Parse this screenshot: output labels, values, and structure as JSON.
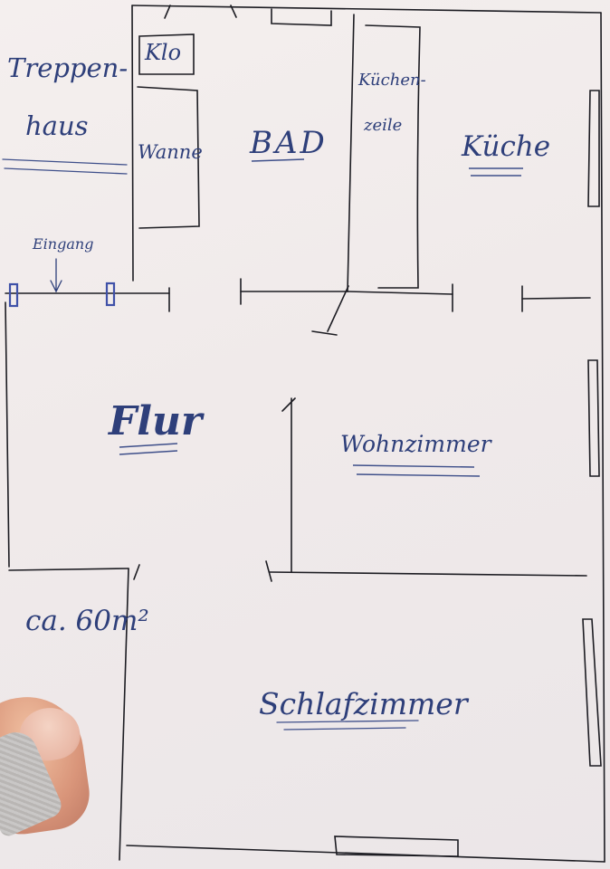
{
  "labels": {
    "treppenhaus_1": "Treppen-",
    "treppenhaus_2": "haus",
    "klo": "Klo",
    "wanne": "Wanne",
    "bad": "BAD",
    "kuechenzeile_1": "Küchen-",
    "kuechenzeile_2": "zeile",
    "kueche": "Küche",
    "eingang": "Eingang",
    "flur": "Flur",
    "wohnzimmer": "Wohnzimmer",
    "area": "ca. 60m²",
    "schlafzimmer": "Schlafzimmer"
  },
  "colors": {
    "ink": "#2e3f7a",
    "line": "#1c1c22",
    "door_marker": "#3f51a8"
  }
}
